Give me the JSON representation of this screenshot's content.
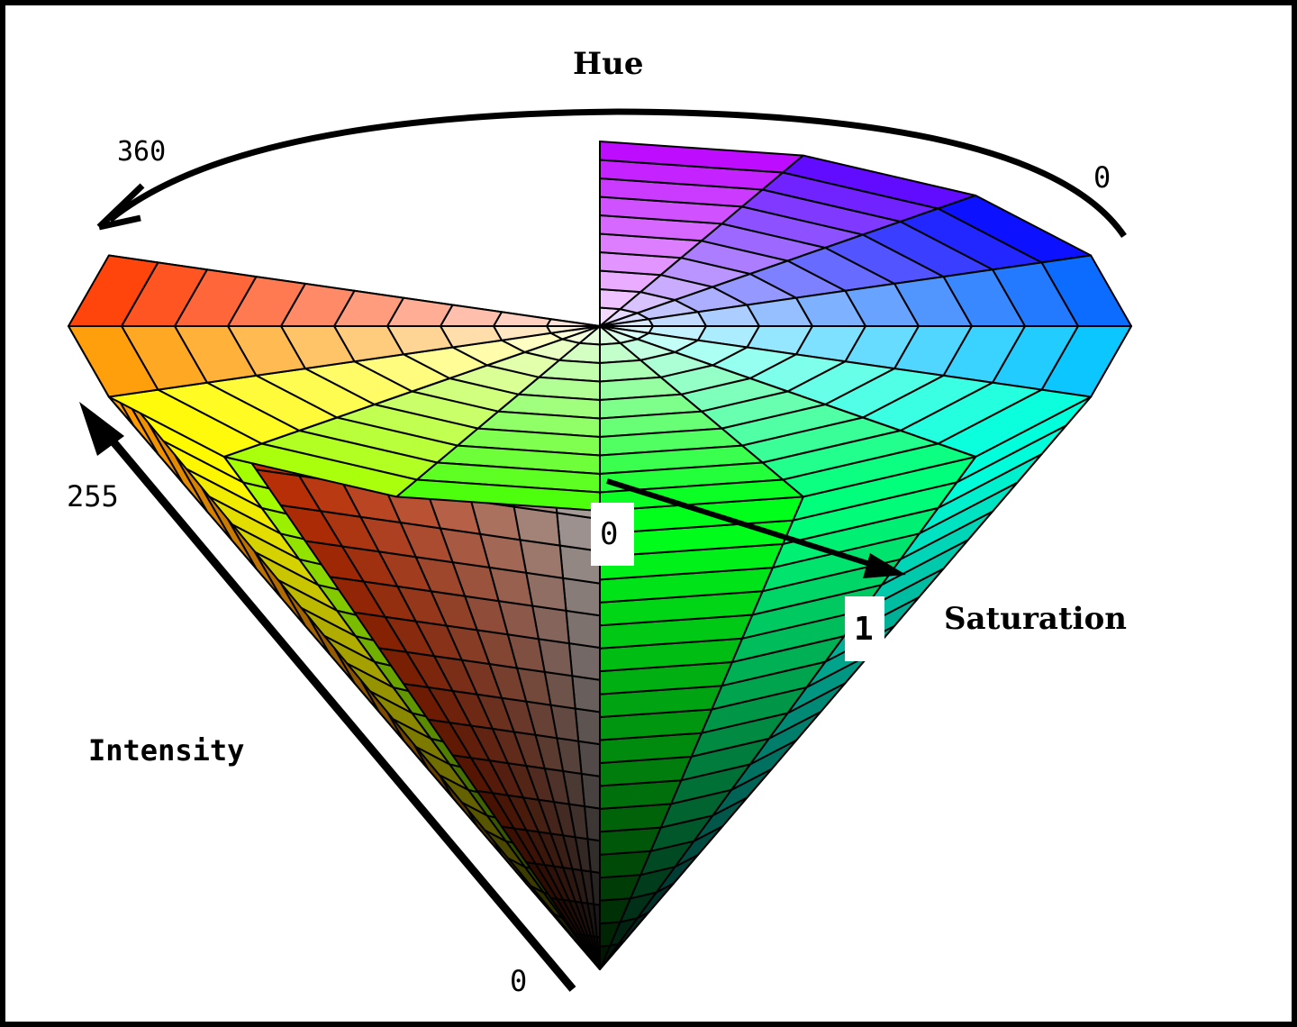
{
  "labels": {
    "hue": "Hue",
    "hue_start": "0",
    "hue_end": "360",
    "intensity": "Intensity",
    "intensity_max": "255",
    "intensity_min": "0",
    "saturation": "Saturation",
    "saturation_min": "0",
    "saturation_max": "1"
  },
  "colors": {
    "background": "#ffffff",
    "border": "#000000",
    "grid_lines": "#000000",
    "arrows": "#000000"
  }
}
